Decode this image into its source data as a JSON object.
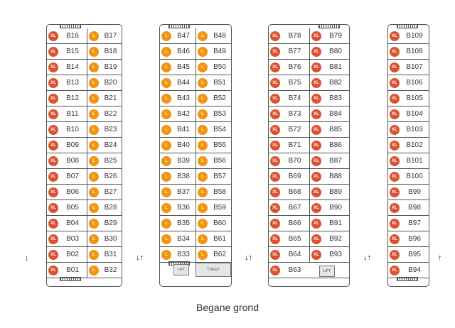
{
  "colors": {
    "xl": "#d9532f",
    "l": "#f0950f",
    "border": "#555555"
  },
  "badges": {
    "xl": "XL",
    "l": "L"
  },
  "caption": "Begane grond",
  "facilities": {
    "lift": "LIFT",
    "toilet": "TOILET"
  },
  "arrows": {
    "down": "↓",
    "down_up": "↓↑",
    "up": "↑"
  },
  "blocks": [
    {
      "name": "block-1",
      "left": [
        "B16",
        "B15",
        "B14",
        "B13",
        "B12",
        "B11",
        "B10",
        "B09",
        "B08",
        "B07",
        "B06",
        "B05",
        "B04",
        "B03",
        "B02",
        "B01"
      ],
      "left_size": "xl",
      "right": [
        "B17",
        "B18",
        "B19",
        "B20",
        "B21",
        "B22",
        "B23",
        "B24",
        "B25",
        "B26",
        "B27",
        "B28",
        "B29",
        "B30",
        "B31",
        "B32"
      ],
      "right_size": "l"
    },
    {
      "name": "block-2",
      "left": [
        "B47",
        "B46",
        "B45",
        "B44",
        "B43",
        "B42",
        "B41",
        "B40",
        "B39",
        "B38",
        "B37",
        "B36",
        "B35",
        "B34",
        "B33"
      ],
      "left_size": "l",
      "right": [
        "B48",
        "B49",
        "B50",
        "B51",
        "B52",
        "B53",
        "B54",
        "B55",
        "B56",
        "B57",
        "B58",
        "B59",
        "B60",
        "B61",
        "B62"
      ],
      "right_size": "l"
    },
    {
      "name": "block-3",
      "left": [
        "B78",
        "B77",
        "B76",
        "B75",
        "B74",
        "B73",
        "B72",
        "B71",
        "B70",
        "B69",
        "B68",
        "B67",
        "B66",
        "B65",
        "B64",
        "B63"
      ],
      "left_size": "xl",
      "right": [
        "B79",
        "B80",
        "B81",
        "B82",
        "B83",
        "B84",
        "B85",
        "B86",
        "B87",
        "B88",
        "B89",
        "B90",
        "B91",
        "B92",
        "B93"
      ],
      "right_size": "xl"
    },
    {
      "name": "block-4",
      "left": [
        "B109",
        "B108",
        "B107",
        "B106",
        "B105",
        "B104",
        "B103",
        "B102",
        "B101",
        "B100",
        "B99",
        "B98",
        "B97",
        "B96",
        "B95",
        "B94"
      ],
      "left_size": "xl"
    }
  ]
}
